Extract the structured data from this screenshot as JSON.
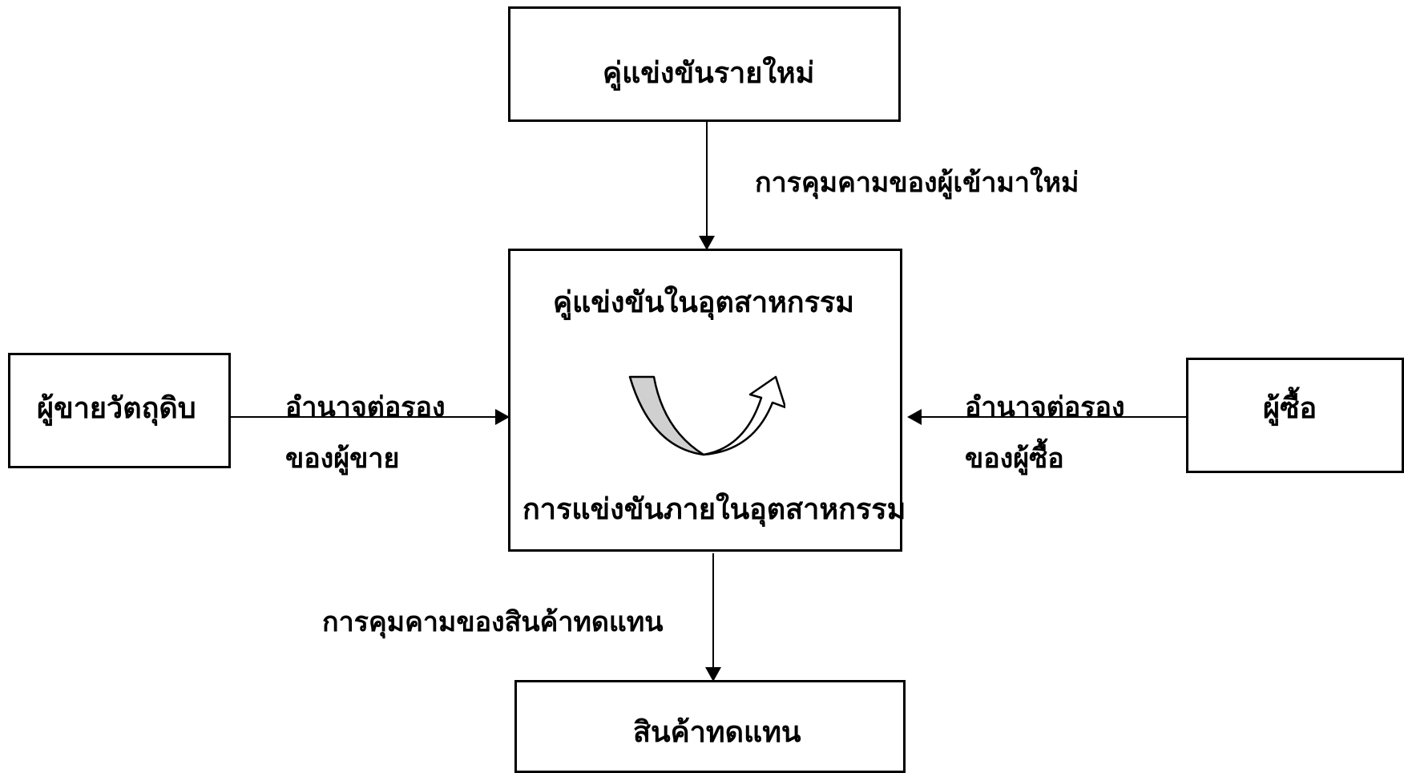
{
  "nodes": {
    "new_entrants": {
      "label": "คู่แข่งขันรายใหม่"
    },
    "industry": {
      "title": "คู่แข่งขันในอุตสาหกรรม",
      "subtitle": "การแข่งขันภายในอุตสาหกรรม",
      "icon": "u-turn-arrow-icon"
    },
    "suppliers": {
      "label": "ผู้ขายวัตถุดิบ"
    },
    "buyers": {
      "label": "ผู้ซื้อ"
    },
    "substitutes": {
      "label": "สินค้าทดแทน"
    }
  },
  "edges": {
    "threat_new_entrants": {
      "label": "การคุมคามของผู้เข้ามาใหม่"
    },
    "supplier_power": {
      "line1": "อำนาจต่อรอง",
      "line2": "ของผู้ขาย"
    },
    "buyer_power": {
      "line1": "อำนาจต่อรอง",
      "line2": "ของผู้ซื้อ"
    },
    "threat_substitutes": {
      "label": "การคุมคามของสินค้าทดแทน"
    }
  },
  "colors": {
    "stroke": "#000000",
    "icon_fill": "#d0d0d0"
  }
}
